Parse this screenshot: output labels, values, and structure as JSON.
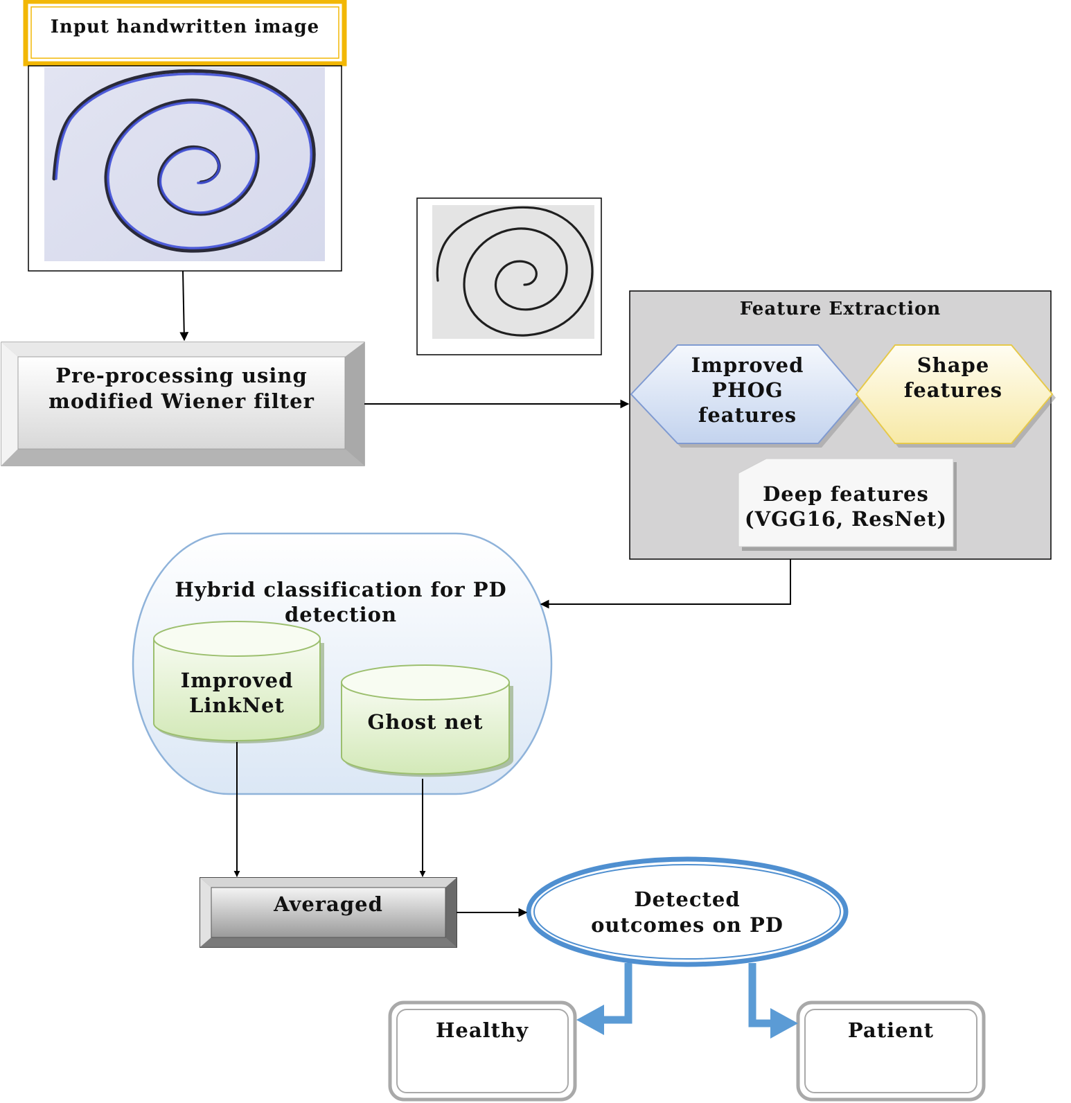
{
  "input": {
    "title": "Input handwritten image"
  },
  "preprocessing": {
    "line1": "Pre-processing using",
    "line2": "modified Wiener filter"
  },
  "feature_extraction": {
    "title": "Feature Extraction",
    "phog": {
      "line1": "Improved",
      "line2": "PHOG",
      "line3": "features"
    },
    "shape": {
      "line1": "Shape",
      "line2": "features"
    },
    "deep": {
      "line1": "Deep features",
      "line2": "(VGG16, ResNet)"
    }
  },
  "classification": {
    "title_line1": "Hybrid classification for PD",
    "title_line2": "detection",
    "linknet": {
      "line1": "Improved",
      "line2": "LinkNet"
    },
    "ghostnet": {
      "label": "Ghost net"
    }
  },
  "averaged": {
    "label": "Averaged"
  },
  "outcome": {
    "line1": "Detected",
    "line2": "outcomes on PD"
  },
  "results": {
    "healthy": "Healthy",
    "patient": "Patient"
  },
  "colors": {
    "input_border": "#f2b705",
    "outcome_border": "#4f8fd0",
    "feature_panel": "#d4d3d4",
    "phog_fill": "#c9d7f0",
    "phog_border": "#7f9ad1",
    "shape_fill": "#fbf2c4",
    "shape_border": "#e6c94a",
    "cylinder_fill": "#ddefc6",
    "cylinder_border": "#9cbf6e",
    "classification_fill": "#e6eff9",
    "classification_border": "#8fb3da"
  }
}
